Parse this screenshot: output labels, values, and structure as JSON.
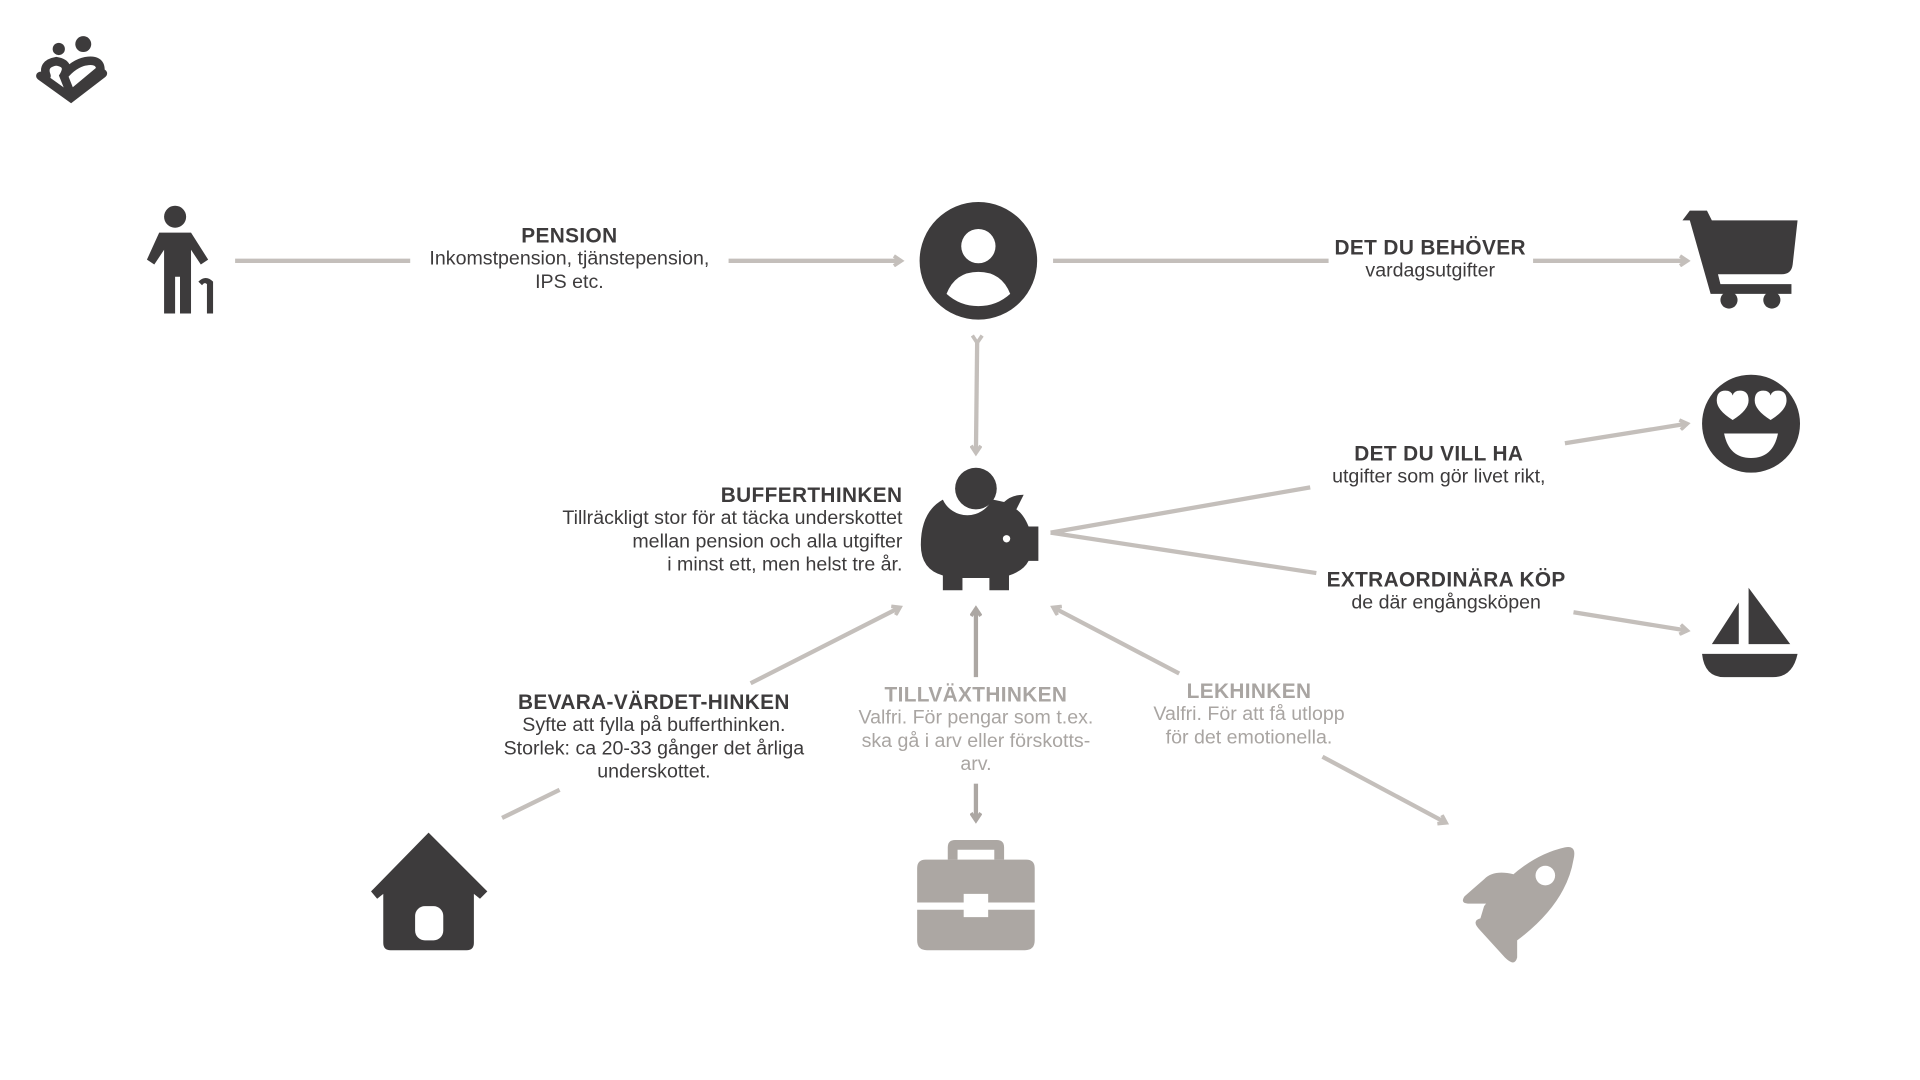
{
  "logo": {
    "name": "heart-people-logo"
  },
  "colors": {
    "dark": "#3d3b3c",
    "line": "#c4bfbb",
    "muted": "#aca7a3"
  },
  "pension": {
    "title": "PENSION",
    "lines": [
      "Inkomstpension, tjänstepension,",
      "IPS etc."
    ]
  },
  "behover": {
    "title": "DET DU BEHÖVER",
    "lines": [
      "vardagsutgifter"
    ]
  },
  "buffer": {
    "title": "BUFFERTHINKEN",
    "lines": [
      "Tillräckligt stor för at täcka underskottet",
      "mellan pension och alla utgifter",
      "i minst ett, men helst tre år."
    ]
  },
  "villha": {
    "title": "DET DU VILL HA",
    "lines": [
      "utgifter som gör livet rikt,"
    ]
  },
  "extra": {
    "title": "EXTRAORDINÄRA KÖP",
    "lines": [
      "de där engångsköpen"
    ]
  },
  "bevara": {
    "title": "BEVARA-VÄRDET-HINKEN",
    "lines": [
      "Syfte att fylla på bufferthinken.",
      "Storlek: ca 20-33 gånger det årliga",
      "underskottet."
    ]
  },
  "tillvaxt": {
    "title": "TILLVÄXTHINKEN",
    "lines": [
      "Valfri. För pengar som t.ex.",
      "ska gå i arv eller förskotts-",
      "arv."
    ]
  },
  "lek": {
    "title": "LEKHINKEN",
    "lines": [
      "Valfri. För att få utlopp",
      "för det emotionella."
    ]
  }
}
